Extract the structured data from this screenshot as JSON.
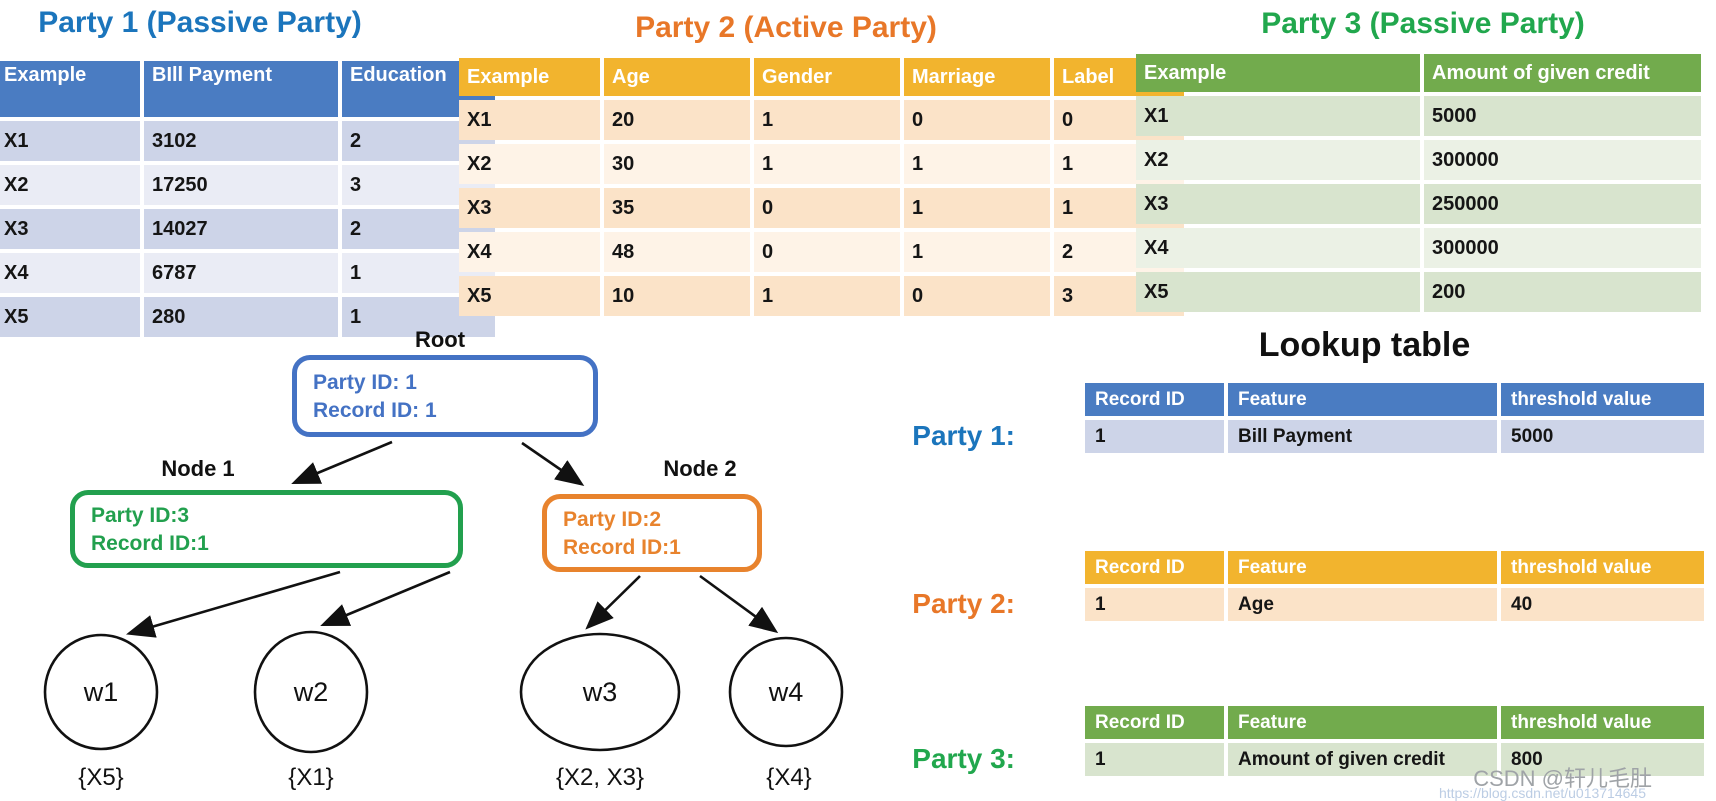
{
  "parties": [
    {
      "title": "Party 1 (Passive Party)",
      "columns": [
        "Example",
        "BIll Payment",
        "Education"
      ],
      "rows": [
        [
          "X1",
          "3102",
          "2"
        ],
        [
          "X2",
          "17250",
          "3"
        ],
        [
          "X3",
          "14027",
          "2"
        ],
        [
          "X4",
          "6787",
          "1"
        ],
        [
          "X5",
          "280",
          "1"
        ]
      ]
    },
    {
      "title": "Party 2 (Active Party)",
      "columns": [
        "Example",
        "Age",
        "Gender",
        "Marriage",
        "Label"
      ],
      "rows": [
        [
          "X1",
          "20",
          "1",
          "0",
          "0"
        ],
        [
          "X2",
          "30",
          "1",
          "1",
          "1"
        ],
        [
          "X3",
          "35",
          "0",
          "1",
          "1"
        ],
        [
          "X4",
          "48",
          "0",
          "1",
          "2"
        ],
        [
          "X5",
          "10",
          "1",
          "0",
          "3"
        ]
      ]
    },
    {
      "title": "Party 3 (Passive Party)",
      "columns": [
        "Example",
        "Amount of given credit"
      ],
      "rows": [
        [
          "X1",
          "5000"
        ],
        [
          "X2",
          "300000"
        ],
        [
          "X3",
          "250000"
        ],
        [
          "X4",
          "300000"
        ],
        [
          "X5",
          "200"
        ]
      ]
    }
  ],
  "tree": {
    "root_label": "Root",
    "root_line1": "Party ID: 1",
    "root_line2": "Record ID: 1",
    "node1_label": "Node 1",
    "node1_line1": "Party ID:3",
    "node1_line2": "Record ID:1",
    "node2_label": "Node 2",
    "node2_line1": "Party ID:2",
    "node2_line2": "Record ID:1",
    "leaves": [
      {
        "name": "w1",
        "set": "{X5}"
      },
      {
        "name": "w2",
        "set": "{X1}"
      },
      {
        "name": "w3",
        "set": "{X2, X3}"
      },
      {
        "name": "w4",
        "set": "{X4}"
      }
    ]
  },
  "lookup": {
    "title": "Lookup table",
    "columns": [
      "Record ID",
      "Feature",
      "threshold value"
    ],
    "entries": [
      {
        "label": "Party 1:",
        "row": [
          "1",
          "Bill Payment",
          "5000"
        ]
      },
      {
        "label": "Party 2:",
        "row": [
          "1",
          "Age",
          "40"
        ]
      },
      {
        "label": "Party 3:",
        "row": [
          "1",
          "Amount of given credit",
          "800"
        ]
      }
    ]
  },
  "watermark": {
    "line1": "CSDN @轩儿毛肚",
    "line2": "https://blog.csdn.net/u013714645"
  },
  "colors": {
    "party1_accent": "#1B75BC",
    "party1_header": "#4A7CC2",
    "party1_row_dark": "#CDD4E8",
    "party1_row_light": "#EAECF5",
    "party2_accent": "#E87728",
    "party2_header": "#F2B42E",
    "party2_row_dark": "#FBE3C8",
    "party2_row_light": "#FEF3E7",
    "party3_accent": "#21A74D",
    "party3_header": "#72AB4D",
    "party3_row_dark": "#D8E4CE",
    "party3_row_light": "#EBF1E5",
    "root_node_accent": "#4472C4",
    "node1_accent": "#22A04E",
    "node2_accent": "#E8832D",
    "arrow": "#111111"
  }
}
